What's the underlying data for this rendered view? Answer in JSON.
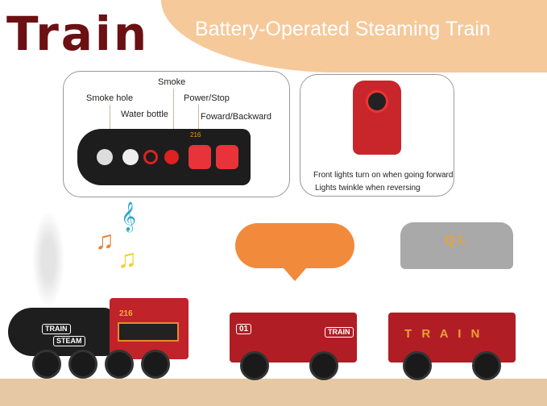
{
  "brand": "Train",
  "headline": "Battery-Operated Steaming Train",
  "remote_panel": {
    "labels": {
      "smoke": "Smoke",
      "smoke_hole": "Smoke hole",
      "water_bottle": "Water bottle",
      "power_stop": "Power/Stop",
      "forward_backward": "Foward/Backward"
    },
    "remote_number": "216"
  },
  "lights_panel": {
    "line1": "Front lights turn on when going forward",
    "line2": "Lights twinkle when reversing"
  },
  "train": {
    "engine_number": "216",
    "engine_badge1": "TRAIN",
    "engine_badge2": "STEAM",
    "car1_number": "01",
    "car1_badge": "TRAIN",
    "car2_letters": "T R A I N"
  },
  "battery_logo": "Q.L",
  "colors": {
    "brand": "#6b1013",
    "band": "#f6c99a",
    "train_red": "#b11d24",
    "orange_tank": "#f28a3c"
  }
}
